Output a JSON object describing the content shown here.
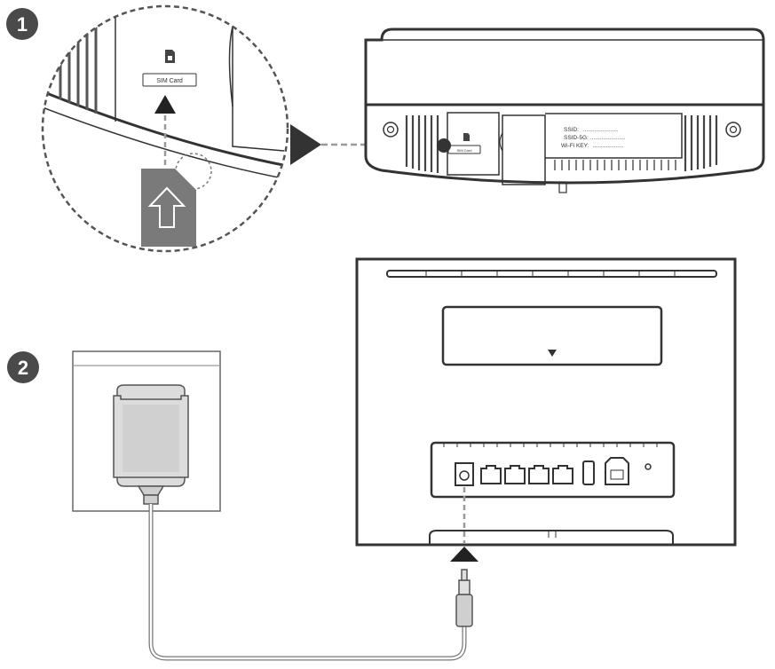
{
  "steps": [
    {
      "number": "1"
    },
    {
      "number": "2"
    }
  ],
  "sim_slot": {
    "label_zoomed": "SIM Card",
    "label_small": "SIM Card"
  },
  "router_label": {
    "ssid": "SSID:",
    "ssid_5g": "SSID-5G:",
    "wifi_key": "Wi-Fi KEY:"
  },
  "colors": {
    "line": "#333333",
    "dash": "#9a9a9a",
    "sim_card": "#7a7a7a",
    "adapter_body": "#dcdcdc",
    "step_badge": "#4a4a4a"
  },
  "icons": [
    "arrow-up-icon",
    "triangle-up-icon",
    "triangle-down-icon",
    "triangle-right-icon"
  ]
}
